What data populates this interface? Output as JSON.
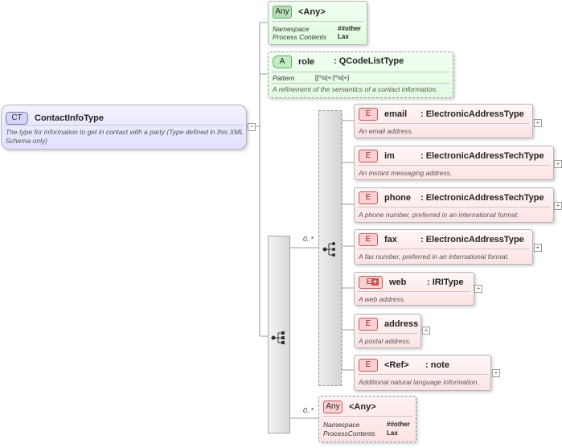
{
  "complex_type": {
    "badge": "CT",
    "name": "ContactInfoType",
    "doc": "The type for information to get in contact with a party (Type defined in this XML Schema only)"
  },
  "any_attribute": {
    "badge": "Any",
    "name": "<Any>",
    "ns_label": "Namespace",
    "ns_value": "##other",
    "pc_label": "Process Contents",
    "pc_value": "Lax"
  },
  "role_attribute": {
    "badge": "A",
    "name": "role",
    "type": ": QCodeListType",
    "pattern_label": "Pattern",
    "pattern_value": "[[^\\s]+:[^\\s]+]",
    "doc": "A refinement of the semantics of a contact information."
  },
  "sequence_occurrence": "0..*",
  "elements": [
    {
      "badge": "E",
      "name": "email",
      "type": ": ElectronicAddressType",
      "doc": "An email address."
    },
    {
      "badge": "E",
      "name": "im",
      "type": ": ElectronicAddressTechType",
      "doc": "An instant messaging address."
    },
    {
      "badge": "E",
      "name": "phone",
      "type": ": ElectronicAddressTechType",
      "doc": "A phone number, preferred in an international format."
    },
    {
      "badge": "E",
      "name": "fax",
      "type": ": ElectronicAddressType",
      "doc": "A fax number, preferred in an international format."
    },
    {
      "badge": "E",
      "name": "web",
      "type": ": IRIType",
      "doc": "A web address."
    },
    {
      "badge": "E",
      "name": "address",
      "type": "",
      "doc": "A postal address."
    },
    {
      "badge": "E",
      "name": "<Ref>",
      "type": ": note",
      "doc": "Additional natural language information."
    }
  ],
  "any_element": {
    "occurrence": "0..*",
    "badge": "Any",
    "name": "<Any>",
    "ns_label": "Namespace",
    "ns_value": "##other",
    "pc_label": "ProcessContents",
    "pc_value": "Lax"
  },
  "expand_symbol": "+",
  "collapse_symbol": "−"
}
